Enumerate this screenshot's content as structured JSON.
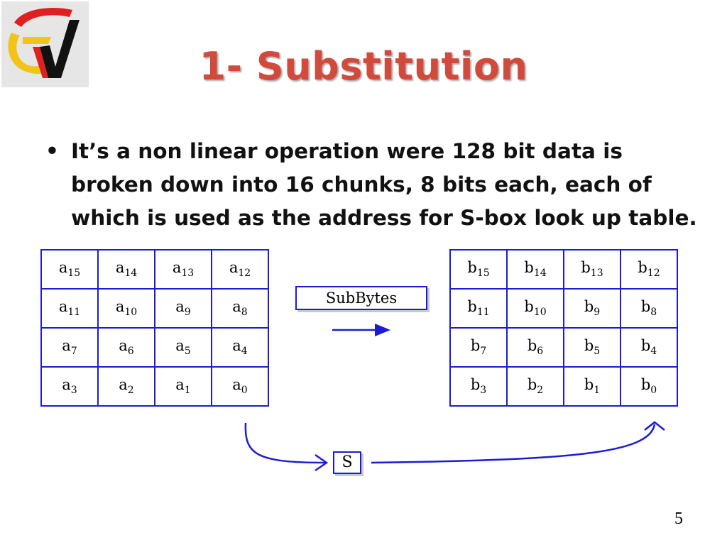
{
  "slide": {
    "title": "1- Substitution",
    "bullet": "It’s a non linear operation were 128 bit data is broken down into 16 chunks, 8 bits each, each of which is used as the address for S-box look up table.",
    "page_number": "5"
  },
  "diagram": {
    "input_grid": [
      [
        "a15",
        "a14",
        "a13",
        "a12"
      ],
      [
        "a11",
        "a10",
        "a9",
        "a8"
      ],
      [
        "a7",
        "a6",
        "a5",
        "a4"
      ],
      [
        "a3",
        "a2",
        "a1",
        "a0"
      ]
    ],
    "output_grid": [
      [
        "b15",
        "b14",
        "b13",
        "b12"
      ],
      [
        "b11",
        "b10",
        "b9",
        "b8"
      ],
      [
        "b7",
        "b6",
        "b5",
        "b4"
      ],
      [
        "b3",
        "b2",
        "b1",
        "b0"
      ]
    ],
    "operation_label": "SubBytes",
    "sbox_label": "S",
    "line_color": "#1c1cd6"
  },
  "colors": {
    "title": "#d24a3c",
    "logo_background": "#e6e6e6"
  }
}
